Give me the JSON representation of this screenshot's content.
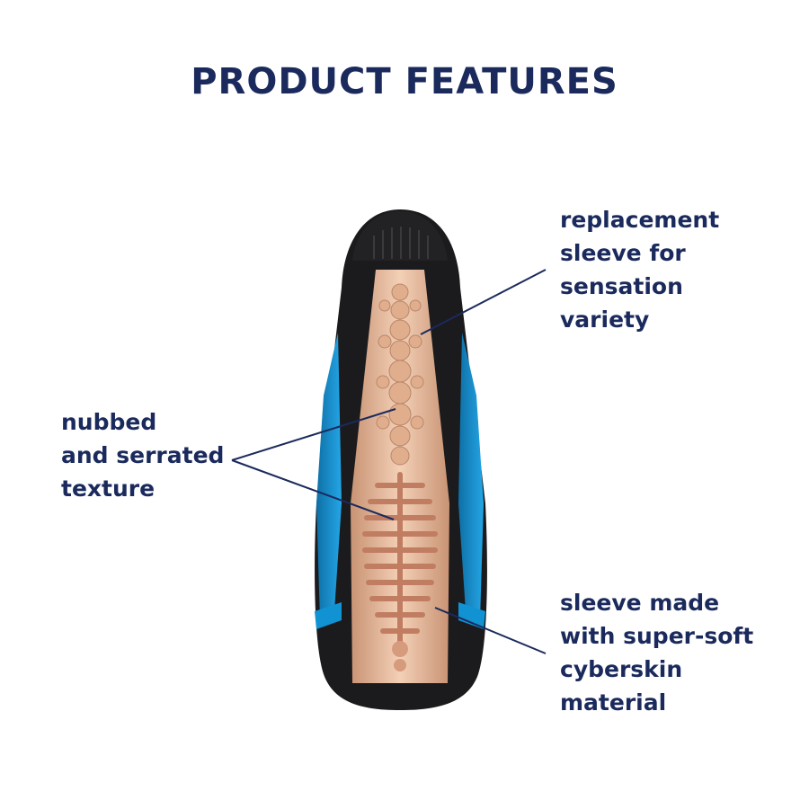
{
  "title": "PRODUCT FEATURES",
  "colors": {
    "text": "#1b2a5c",
    "device_black": "#1b1b1d",
    "accent_blue": "#1192d3",
    "sleeve": "#e8bc9d"
  },
  "callouts": {
    "replacement_sleeve": [
      "replacement",
      "sleeve for",
      "sensation",
      "variety"
    ],
    "texture": [
      "nubbed",
      "and serrated",
      "texture"
    ],
    "material": [
      "sleeve made",
      "with super-soft",
      "cyberskin",
      "material"
    ]
  }
}
